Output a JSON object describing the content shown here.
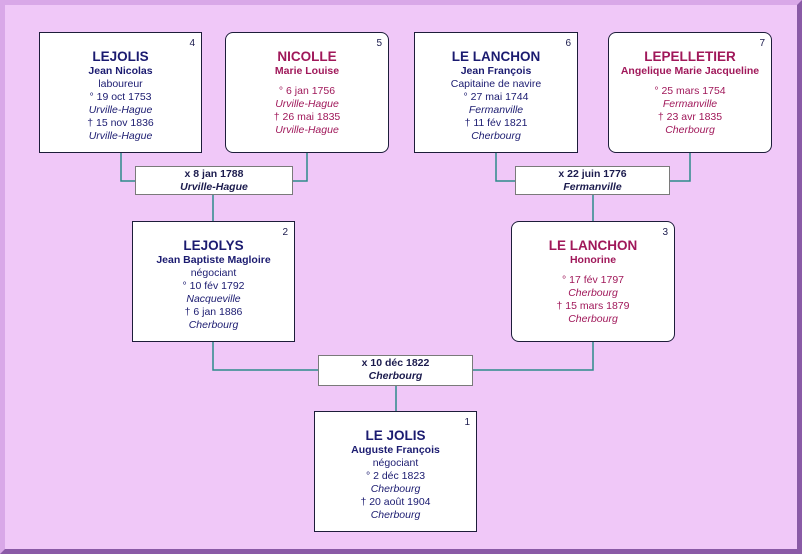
{
  "colors": {
    "background": "#f0c8f8",
    "connector": "#2e8a8a",
    "male_text": "#1b1b70",
    "female_text": "#a0185a"
  },
  "persons": {
    "p1": {
      "num": "1",
      "surname": "LE JOLIS",
      "given": "Auguste François",
      "occupation": "négociant",
      "birth_date": "° 2 déc 1823",
      "birth_place": "Cherbourg",
      "death_date": "† 20 août 1904",
      "death_place": "Cherbourg"
    },
    "p2": {
      "num": "2",
      "surname": "LEJOLYS",
      "given": "Jean Baptiste Magloire",
      "occupation": "négociant",
      "birth_date": "° 10 fév 1792",
      "birth_place": "Nacqueville",
      "death_date": "† 6 jan 1886",
      "death_place": "Cherbourg"
    },
    "p3": {
      "num": "3",
      "surname": "LE LANCHON",
      "given": "Honorine",
      "birth_date": "° 17 fév 1797",
      "birth_place": "Cherbourg",
      "death_date": "† 15 mars 1879",
      "death_place": "Cherbourg"
    },
    "p4": {
      "num": "4",
      "surname": "LEJOLIS",
      "given": "Jean Nicolas",
      "occupation": "laboureur",
      "birth_date": "° 19 oct 1753",
      "birth_place": "Urville-Hague",
      "death_date": "† 15 nov 1836",
      "death_place": "Urville-Hague"
    },
    "p5": {
      "num": "5",
      "surname": "NICOLLE",
      "given": "Marie Louise",
      "birth_date": "° 6 jan 1756",
      "birth_place": "Urville-Hague",
      "death_date": "† 26 mai 1835",
      "death_place": "Urville-Hague"
    },
    "p6": {
      "num": "6",
      "surname": "LE LANCHON",
      "given": "Jean François",
      "occupation": "Capitaine de navire",
      "birth_date": "° 27 mai 1744",
      "birth_place": "Fermanville",
      "death_date": "† 11 fév 1821",
      "death_place": "Cherbourg"
    },
    "p7": {
      "num": "7",
      "surname": "LEPELLETIER",
      "given": "Angelique Marie Jacqueline",
      "birth_date": "° 25 mars 1754",
      "birth_place": "Fermanville",
      "death_date": "† 23 avr 1835",
      "death_place": "Cherbourg"
    }
  },
  "marriages": {
    "m45": {
      "date": "x 8 jan 1788",
      "place": "Urville-Hague"
    },
    "m67": {
      "date": "x 22 juin 1776",
      "place": "Fermanville"
    },
    "m23": {
      "date": "x 10 déc 1822",
      "place": "Cherbourg"
    }
  }
}
